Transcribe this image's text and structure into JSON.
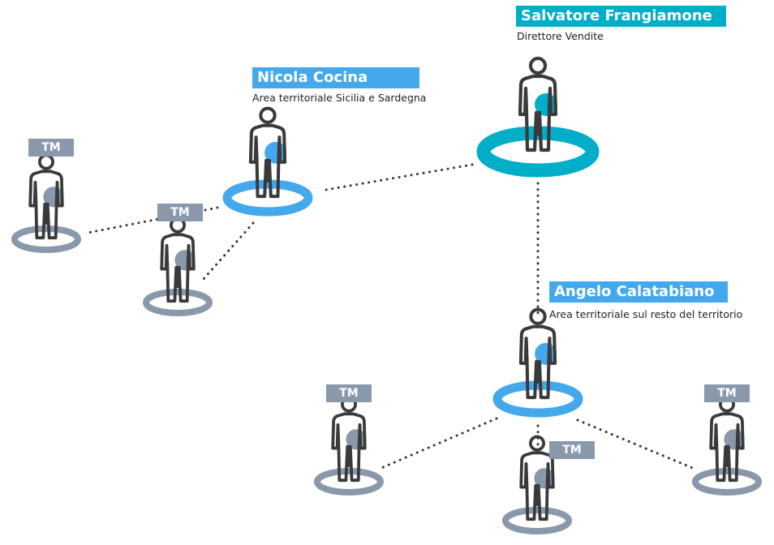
{
  "colors": {
    "teal": "#00aec7",
    "blue": "#44a8ec",
    "slate": "#8a98ac",
    "outline": "#3a3a3a"
  },
  "director": {
    "name": "Salvatore Frangiamone",
    "role": "Direttore Vendite"
  },
  "area_manager_1": {
    "name": "Nicola Cocina",
    "role": "Area territoriale Sicilia e Sardegna"
  },
  "area_manager_2": {
    "name": "Angelo Calatabiano",
    "role": "Area territoriale sul resto del territorio"
  },
  "tm_label": "TM"
}
